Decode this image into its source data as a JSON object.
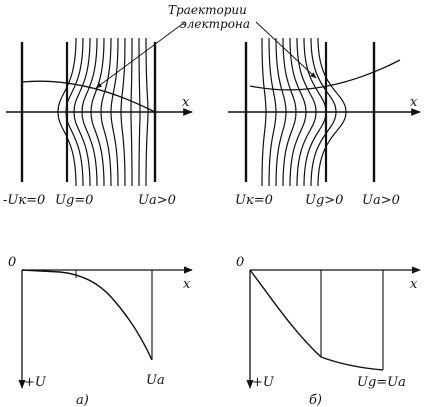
{
  "title": [
    "Траектории",
    "электрона"
  ],
  "axis_x": "x",
  "axis_origin": "0",
  "axis_u": "+U",
  "top_left": {
    "labels": [
      "-Uк=0",
      "Ug=0",
      "Uа>0"
    ]
  },
  "top_right": {
    "labels": [
      "Uк=0",
      "Ug>0",
      "Uа>0"
    ]
  },
  "bottom_left": {
    "caption": "а)",
    "end_label": "Uа"
  },
  "bottom_right": {
    "caption": "б)",
    "end_label": "Ug=Uа"
  }
}
